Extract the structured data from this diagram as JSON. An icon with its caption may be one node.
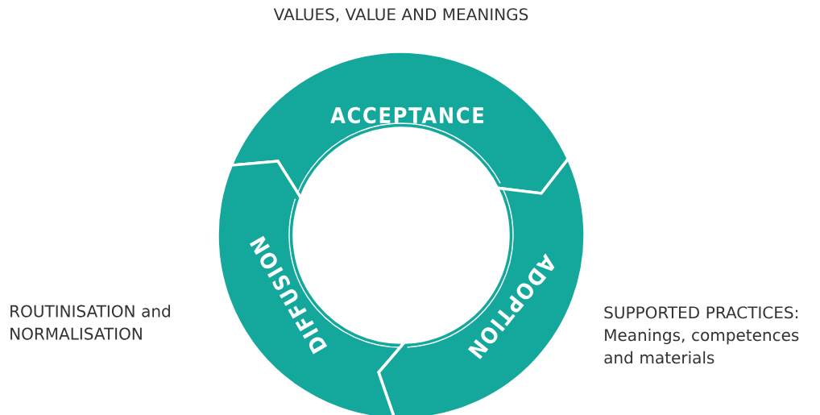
{
  "diagram": {
    "nodes": [
      {
        "text": [
          "ACCEPTANCE"
        ],
        "beside": [
          "VALUES, VALUE AND MEANINGS"
        ]
      },
      {
        "text": [
          "ADOPTION"
        ],
        "beside": [
          "SUPPORTED PRACTICES: Meanings, competences and materials"
        ]
      },
      {
        "text": [
          "DIFFUSION"
        ],
        "beside": [
          "ROUTINISATION and NORMALISATION"
        ]
      }
    ]
  }
}
